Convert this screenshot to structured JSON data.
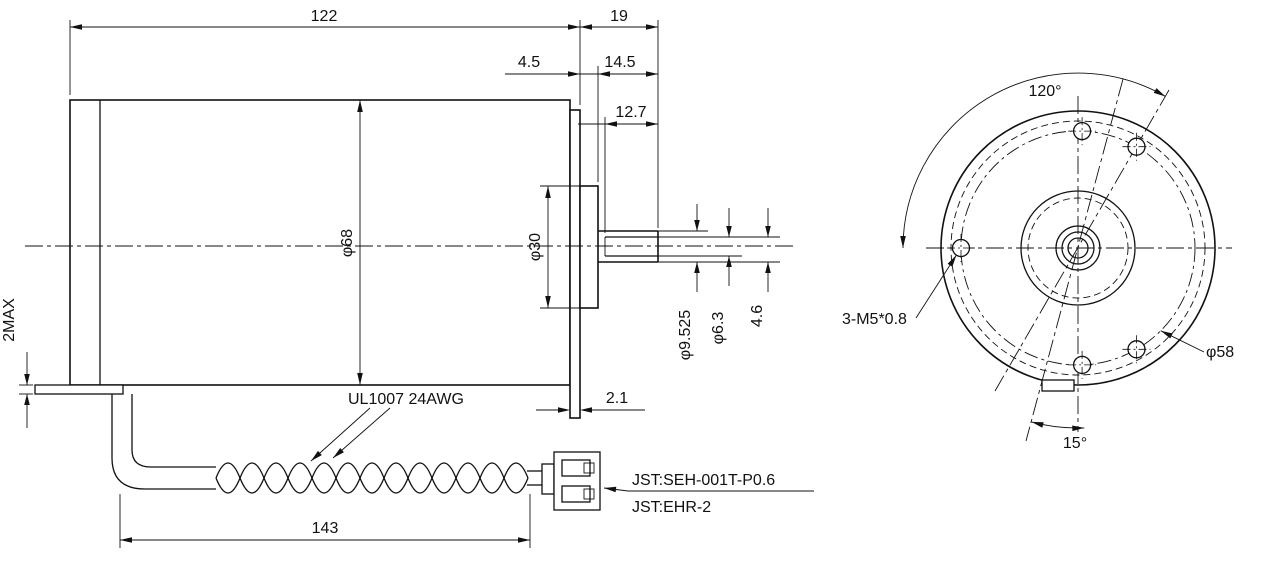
{
  "side": {
    "len": "122",
    "shaft_total": "19",
    "boss_len": "4.5",
    "shaft_len": "14.5",
    "flat_len": "12.7",
    "body_dia": "φ68",
    "boss_dia": "φ30",
    "shaft_dia": "φ9.525",
    "tip_dia": "φ6.3",
    "flat_h": "4.6",
    "tab_max": "2MAX",
    "plate_t": "2.1",
    "wire_len": "143",
    "wire_spec": "UL1007 24AWG",
    "jst_pin": "JST:SEH-001T-P0.6",
    "jst_housing": "JST:EHR-2"
  },
  "front": {
    "hole_angle": "120°",
    "offset_angle": "15°",
    "bolt_circle": "φ58",
    "mount_holes": "3-M5*0.8"
  }
}
